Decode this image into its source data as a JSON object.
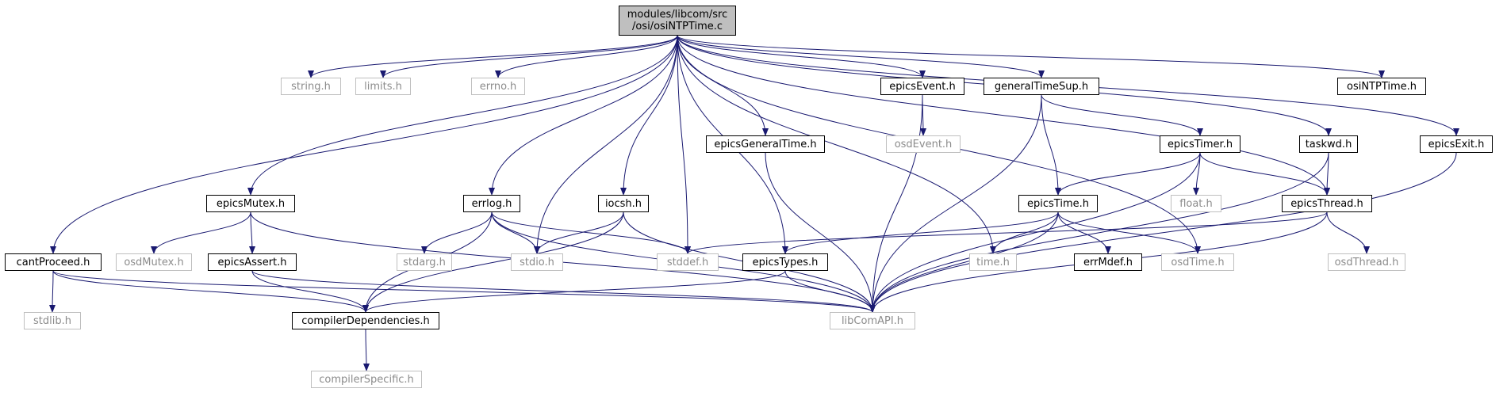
{
  "root": {
    "line1": "modules/libcom/src",
    "line2": "/osi/osiNTPTime.c"
  },
  "headers": {
    "string": "string.h",
    "limits": "limits.h",
    "errno": "errno.h",
    "epicsEvent": "epicsEvent.h",
    "generalTimeSup": "generalTimeSup.h",
    "osiNTPTime": "osiNTPTime.h",
    "osdEvent": "osdEvent.h",
    "epicsGeneralTime": "epicsGeneralTime.h",
    "epicsTimer": "epicsTimer.h",
    "taskwd": "taskwd.h",
    "epicsExit": "epicsExit.h",
    "epicsMutex": "epicsMutex.h",
    "errlog": "errlog.h",
    "iocsh": "iocsh.h",
    "epicsTime": "epicsTime.h",
    "float": "float.h",
    "epicsThread": "epicsThread.h",
    "cantProceed": "cantProceed.h",
    "osdMutex": "osdMutex.h",
    "epicsAssert": "epicsAssert.h",
    "stdarg": "stdarg.h",
    "stdio": "stdio.h",
    "stddef": "stddef.h",
    "epicsTypes": "epicsTypes.h",
    "time": "time.h",
    "errMdef": "errMdef.h",
    "osdTime": "osdTime.h",
    "osdThread": "osdThread.h",
    "stdlib": "stdlib.h",
    "compilerDependencies": "compilerDependencies.h",
    "libComAPI": "libComAPI.h",
    "compilerSpecific": "compilerSpecific.h"
  },
  "colors": {
    "edge": "#191970",
    "found_border": "#000000",
    "missing_border": "#bfbfbf",
    "root_fill": "#bfbfbf"
  },
  "edges": [
    [
      "root",
      "string"
    ],
    [
      "root",
      "limits"
    ],
    [
      "root",
      "errno"
    ],
    [
      "root",
      "epicsEvent"
    ],
    [
      "root",
      "generalTimeSup"
    ],
    [
      "root",
      "osiNTPTime"
    ],
    [
      "root",
      "epicsGeneralTime"
    ],
    [
      "root",
      "taskwd"
    ],
    [
      "root",
      "epicsExit"
    ],
    [
      "root",
      "epicsMutex"
    ],
    [
      "root",
      "errlog"
    ],
    [
      "root",
      "iocsh"
    ],
    [
      "root",
      "cantProceed"
    ],
    [
      "root",
      "stdio"
    ],
    [
      "root",
      "stddef"
    ],
    [
      "root",
      "epicsTypes"
    ],
    [
      "root",
      "time"
    ],
    [
      "root",
      "osdTime"
    ],
    [
      "root",
      "epicsThread"
    ],
    [
      "epicsEvent",
      "osdEvent"
    ],
    [
      "epicsEvent",
      "libComAPI"
    ],
    [
      "generalTimeSup",
      "epicsTimer"
    ],
    [
      "generalTimeSup",
      "epicsTime"
    ],
    [
      "generalTimeSup",
      "libComAPI"
    ],
    [
      "epicsGeneralTime",
      "libComAPI"
    ],
    [
      "epicsTimer",
      "float"
    ],
    [
      "epicsTimer",
      "epicsThread"
    ],
    [
      "epicsTimer",
      "epicsTime"
    ],
    [
      "epicsTimer",
      "libComAPI"
    ],
    [
      "taskwd",
      "epicsThread"
    ],
    [
      "taskwd",
      "libComAPI"
    ],
    [
      "epicsExit",
      "libComAPI"
    ],
    [
      "epicsMutex",
      "osdMutex"
    ],
    [
      "epicsMutex",
      "epicsAssert"
    ],
    [
      "epicsMutex",
      "libComAPI"
    ],
    [
      "errlog",
      "stdarg"
    ],
    [
      "errlog",
      "stdio"
    ],
    [
      "errlog",
      "stddef"
    ],
    [
      "errlog",
      "compilerDependencies"
    ],
    [
      "errlog",
      "libComAPI"
    ],
    [
      "iocsh",
      "stdio"
    ],
    [
      "iocsh",
      "compilerDependencies"
    ],
    [
      "iocsh",
      "libComAPI"
    ],
    [
      "epicsTime",
      "time"
    ],
    [
      "epicsTime",
      "errMdef"
    ],
    [
      "epicsTime",
      "osdTime"
    ],
    [
      "epicsTime",
      "epicsTypes"
    ],
    [
      "epicsTime",
      "libComAPI"
    ],
    [
      "epicsThread",
      "stddef"
    ],
    [
      "epicsThread",
      "osdThread"
    ],
    [
      "epicsThread",
      "libComAPI"
    ],
    [
      "cantProceed",
      "stdlib"
    ],
    [
      "cantProceed",
      "compilerDependencies"
    ],
    [
      "cantProceed",
      "libComAPI"
    ],
    [
      "epicsAssert",
      "compilerDependencies"
    ],
    [
      "epicsAssert",
      "libComAPI"
    ],
    [
      "epicsTypes",
      "compilerDependencies"
    ],
    [
      "epicsTypes",
      "libComAPI"
    ],
    [
      "compilerDependencies",
      "compilerSpecific"
    ]
  ]
}
